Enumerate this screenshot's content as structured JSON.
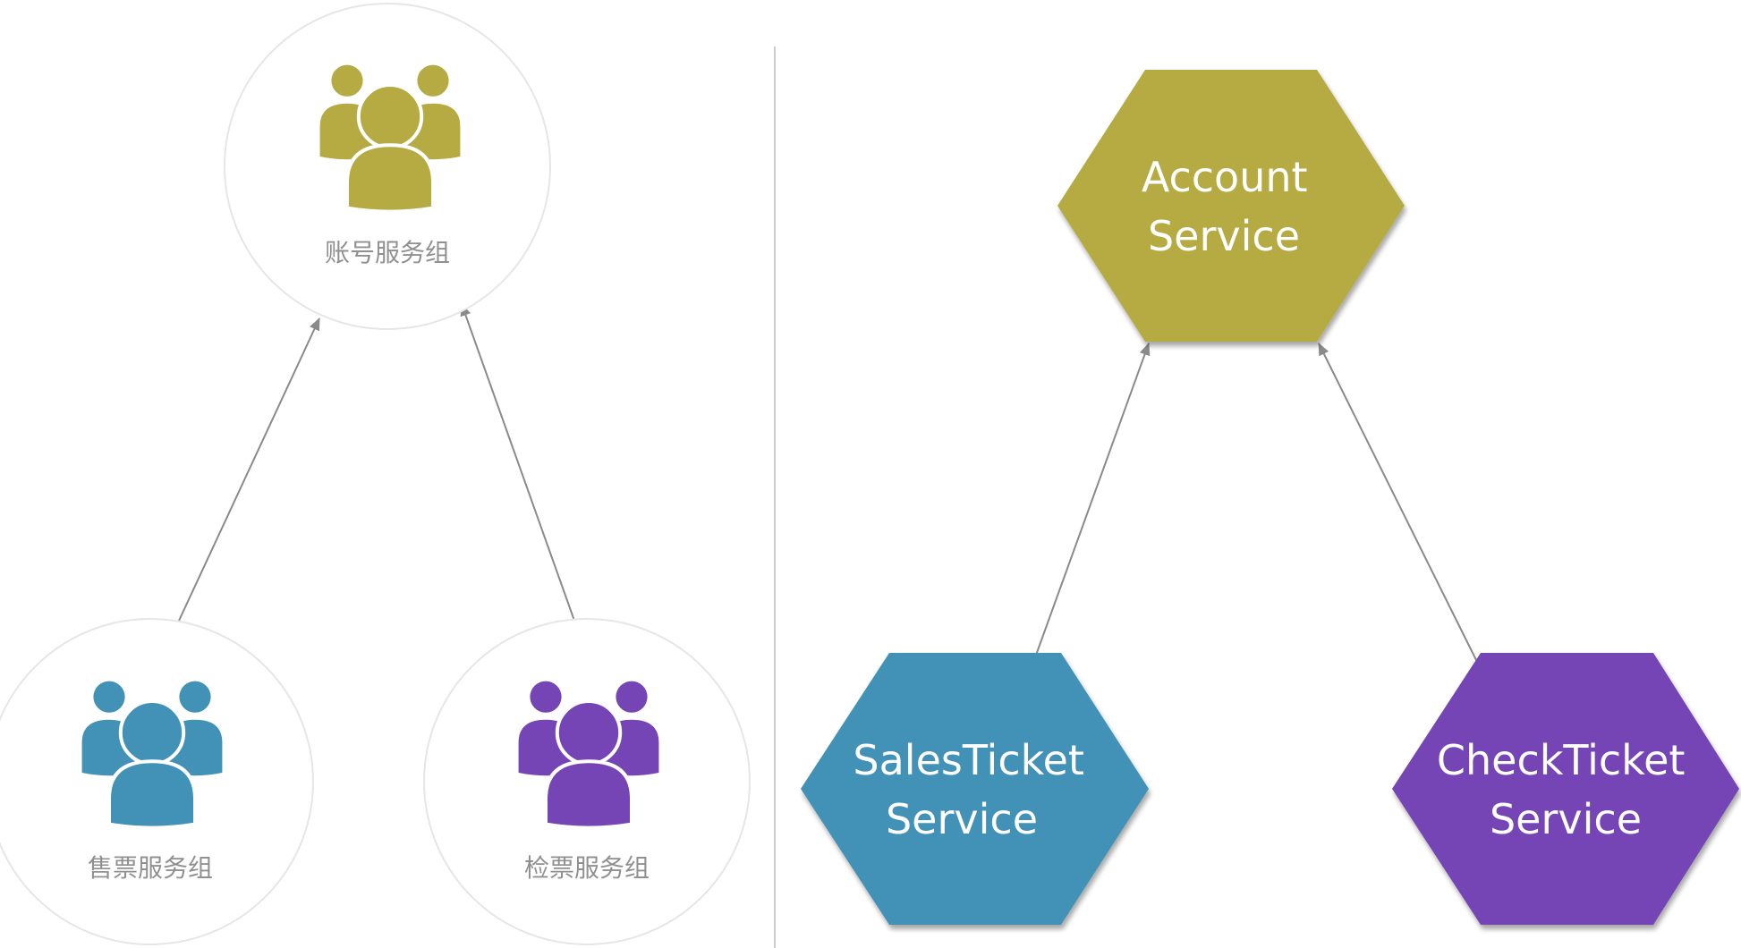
{
  "colors": {
    "account": "#b5ab42",
    "sales": "#4291b7",
    "check": "#7544b5",
    "circle_stroke": "#e6e6e6",
    "arrow": "#8a8a8a",
    "divider": "#cccccc"
  },
  "left_panel": {
    "groups": [
      {
        "id": "account",
        "label": "账号服务组",
        "icon": "users-group-icon",
        "color": "#b5ab42"
      },
      {
        "id": "sales",
        "label": "售票服务组",
        "icon": "users-group-icon",
        "color": "#4291b7"
      },
      {
        "id": "check",
        "label": "检票服务组",
        "icon": "users-group-icon",
        "color": "#7544b5"
      }
    ],
    "edges": [
      {
        "from": "sales",
        "to": "account"
      },
      {
        "from": "check",
        "to": "account"
      }
    ]
  },
  "right_panel": {
    "services": [
      {
        "id": "account",
        "lines": [
          "Account",
          "Service"
        ],
        "color": "#b5ab42"
      },
      {
        "id": "sales",
        "lines": [
          "SalesTicket",
          "Service"
        ],
        "color": "#4291b7"
      },
      {
        "id": "check",
        "lines": [
          "CheckTicket",
          "Service"
        ],
        "color": "#7544b5"
      }
    ],
    "edges": [
      {
        "from": "sales",
        "to": "account"
      },
      {
        "from": "check",
        "to": "account"
      }
    ]
  }
}
